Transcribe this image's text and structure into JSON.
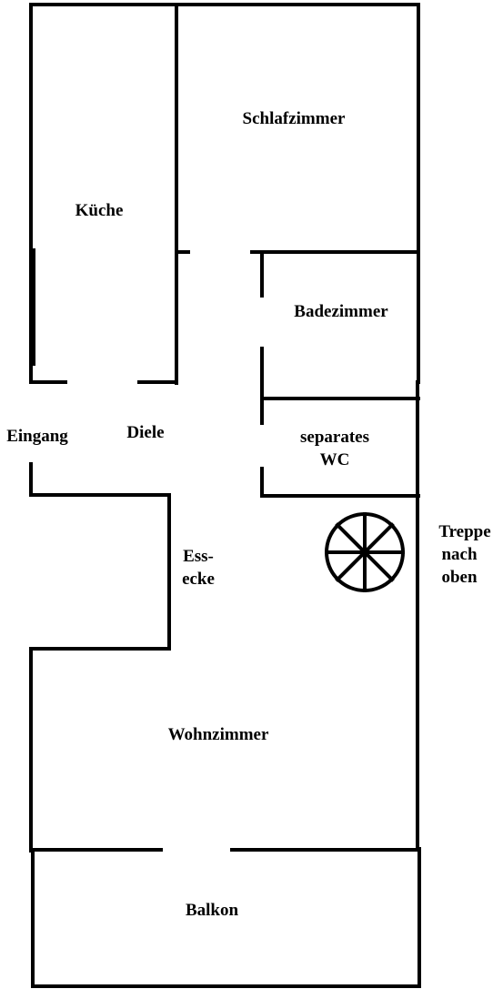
{
  "colors": {
    "wall": "#000000",
    "background": "#ffffff"
  },
  "rooms": {
    "kueche": "Küche",
    "schlafzimmer": "Schlafzimmer",
    "badezimmer": "Badezimmer",
    "separates_wc": [
      "separates",
      "WC"
    ],
    "eingang": "Eingang",
    "diele": "Diele",
    "essecke": [
      "Ess-",
      "ecke"
    ],
    "treppe": [
      "Treppe",
      "nach",
      "oben"
    ],
    "wohnzimmer": "Wohnzimmer",
    "balkon": "Balkon"
  },
  "icons": {
    "staircase": "spiral-staircase-icon"
  }
}
